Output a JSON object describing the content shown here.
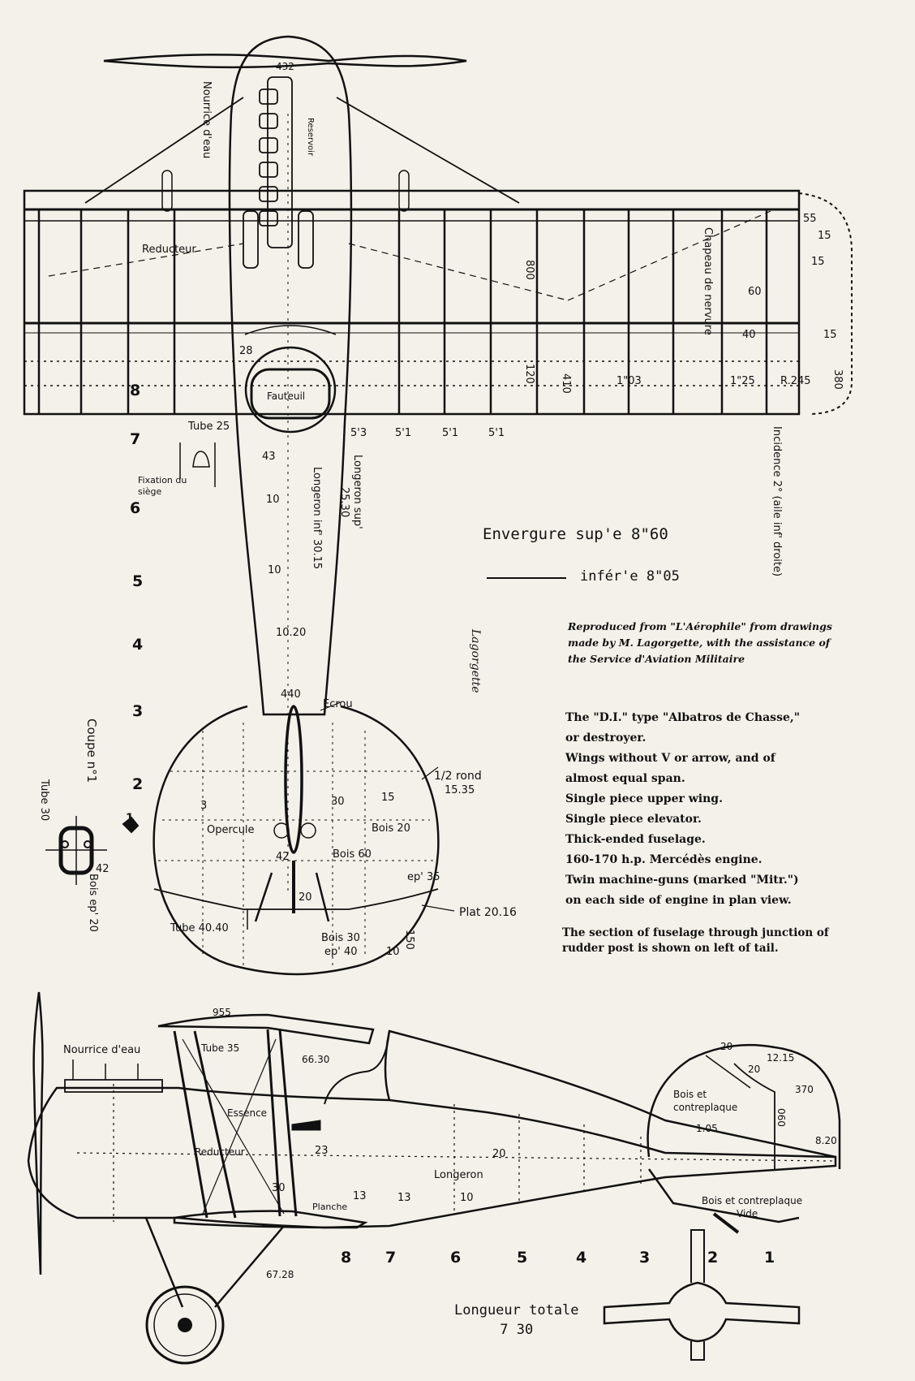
{
  "plan_view": {
    "prop_width": "432",
    "radiator_label": "Nourrice d'eau",
    "reservoir_label": "Reservoir",
    "reducer_label": "Reducteur",
    "rib_cap_label": "Chapeau de nervure",
    "seat_label": "Fauteuil",
    "tube_label": "Tube 25",
    "seat_fix_label": "Fixation du siège",
    "upper_spar": "Longeron sup'",
    "upper_spar_dim": "25.30",
    "lower_spar": "Longeron inf' 30.15",
    "incidence_label": "Incidence 2° (aile inf' droite)",
    "nut_label": "Ecrou",
    "half_round": "1/2 rond",
    "half_round_dim": "15.35",
    "flat_label": "Plat 20.16",
    "tube_tail": "Tube 40.40",
    "operculum": "Opercule",
    "wood20": "Bois 20",
    "wood60": "Bois 60",
    "wood30": "Bois 30",
    "ep40": "ep' 40",
    "ep35": "ep' 35",
    "dims": [
      "800",
      "120",
      "410",
      "1\"03",
      "1\"25",
      "R.245",
      "380",
      "55",
      "15",
      "15",
      "60",
      "40",
      "15",
      "5'3",
      "5'1",
      "5'1",
      "5'1",
      "28",
      "43",
      "10",
      "10",
      "10.20",
      "440",
      "30",
      "15",
      "42",
      "20",
      "10",
      "150",
      "3"
    ],
    "station_numbers": [
      "8",
      "7",
      "6",
      "5",
      "4",
      "3",
      "2",
      "1"
    ]
  },
  "section": {
    "title": "Coupe n°1",
    "tube": "Tube 30",
    "dim": "42",
    "wood": "Bois ep' 20"
  },
  "span": {
    "upper": "Envergure sup'e 8\"60",
    "lower": "infér'e 8\"05"
  },
  "repro_note": "Reproduced from \"L'Aérophile\" from drawings made by M. Lagorgette, with the assistance of the Service d'Aviation Militaire",
  "signature": "Lagorgette",
  "spec_lines": [
    "The \"D.I.\" type \"Albatros de Chasse,\"",
    "or destroyer.",
    "Wings without V or arrow, and of",
    "almost equal span.",
    "Single piece upper wing.",
    "Single piece elevator.",
    "Thick-ended fuselage.",
    "160-170 h.p. Mercédès engine.",
    "Twin machine-guns (marked \"Mitr.\")",
    "on each side of engine in plan view."
  ],
  "section_note": "The section of fuselage through junction of rudder post is shown on left of tail.",
  "side_view": {
    "top_dim": "955",
    "radiator": "Nourrice d'eau",
    "tube35": "Tube 35",
    "dim6630": "66.30",
    "essence": "Essence",
    "reducer": "Reducteur",
    "longeron": "Longeron",
    "planche": "Planche",
    "wood_ply": "Bois et contreplaque",
    "wood_ply2": "Bois et contreplaque",
    "vide": "Vide",
    "dim_67": "67.28",
    "dims": [
      "20",
      "13",
      "13",
      "10",
      "23",
      "30",
      "12.15",
      "370",
      "20",
      "1.05",
      "060",
      "8.20",
      "20"
    ],
    "station_numbers": [
      "8",
      "7",
      "6",
      "5",
      "4",
      "3",
      "2",
      "1"
    ]
  },
  "length": {
    "label": "Longueur totale",
    "value": "7 30"
  }
}
